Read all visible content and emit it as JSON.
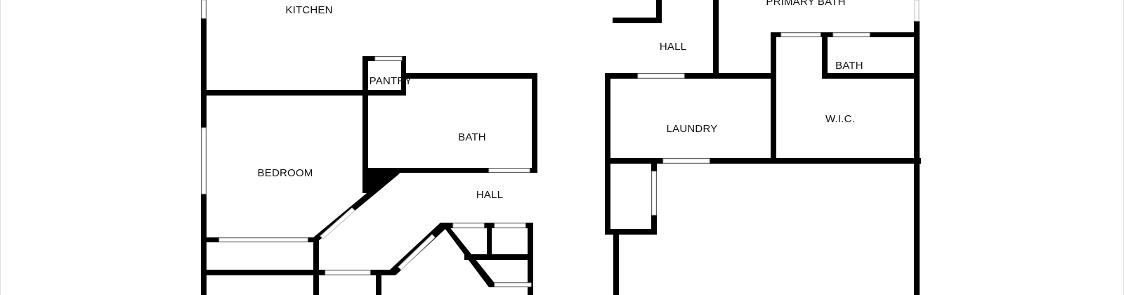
{
  "floorplan": {
    "rooms": [
      {
        "id": "kitchen",
        "label": "KITCHEN"
      },
      {
        "id": "pantry",
        "label": "PANTRY"
      },
      {
        "id": "bath-1",
        "label": "BATH"
      },
      {
        "id": "bedroom",
        "label": "BEDROOM"
      },
      {
        "id": "hall-1",
        "label": "HALL"
      },
      {
        "id": "hall-2",
        "label": "HALL"
      },
      {
        "id": "primary-bath",
        "label": "PRIMARY BATH"
      },
      {
        "id": "bath-2",
        "label": "BATH"
      },
      {
        "id": "laundry",
        "label": "LAUNDRY"
      },
      {
        "id": "wic",
        "label": "W.I.C."
      }
    ]
  },
  "colors": {
    "wall": "#000000",
    "background": "#ffffff",
    "window": "#bdbdbd"
  }
}
